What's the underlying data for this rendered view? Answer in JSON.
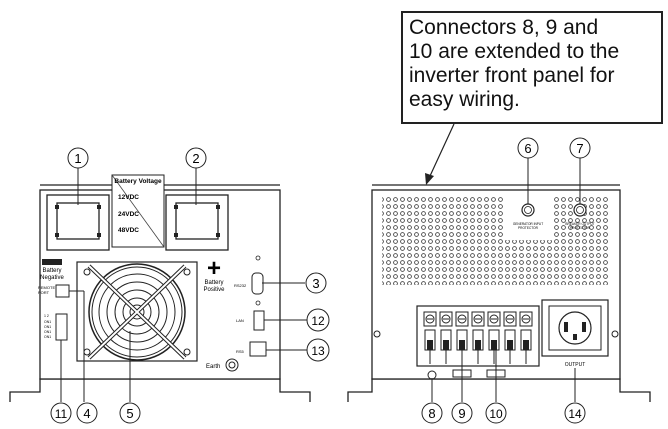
{
  "callout": {
    "lines": [
      "Connectors 8, 9 and",
      "10 are extended to the",
      "inverter front panel for",
      "easy wiring."
    ]
  },
  "rear_panel": {
    "battery_voltage_title": "Battery Voltage",
    "voltages": [
      "12VDC",
      "24VDC",
      "48VDC"
    ],
    "battery_negative": [
      "Battery",
      "Negative"
    ],
    "battery_positive": [
      "Battery",
      "Positive"
    ],
    "remote_port_label": [
      "REMOTE",
      "PORT"
    ],
    "rs232_label": "RS232",
    "earth_label": "Earth",
    "positive_symbol": "+"
  },
  "front_panel": {
    "input_label": [
      "GENERATOR INPUT",
      "PROTECTOR"
    ],
    "output_protector_label": [
      "BREAKER OUTPUT",
      "PROTECTOR"
    ],
    "output_label": "OUTPUT"
  },
  "callout_numbers": {
    "n1": "1",
    "n2": "2",
    "n3": "3",
    "n4": "4",
    "n5": "5",
    "n6": "6",
    "n7": "7",
    "n8": "8",
    "n9": "9",
    "n10": "10",
    "n11": "11",
    "n12": "12",
    "n13": "13",
    "n14": "14"
  }
}
